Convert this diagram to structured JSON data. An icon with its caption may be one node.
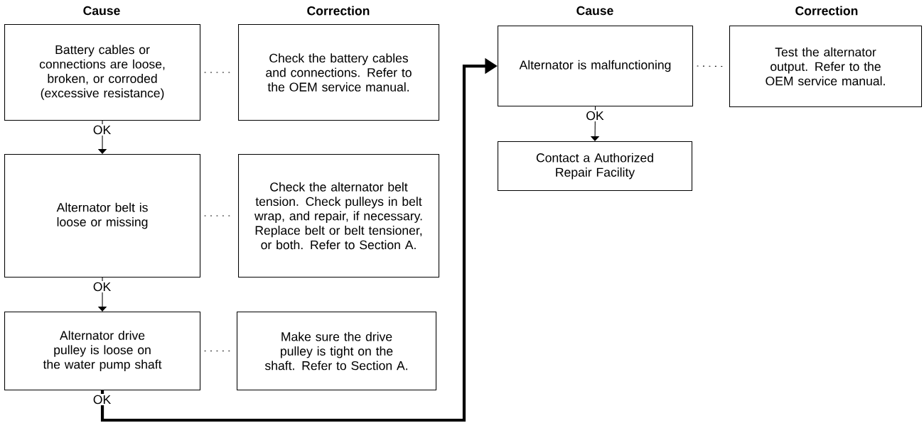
{
  "diagram": {
    "nodes": [
      {
        "text": [
          "Battery cables or connections are loose, broken, or corroded (excessive resistance)"
        ]
      },
      {
        "text": [
          "Check the battery cables and connections. Refer to the OEM service manual."
        ]
      },
      {
        "text": [
          "Alternator belt is loose or missing"
        ]
      },
      {
        "text": [
          "Check the alternator belt tension. Check pulleys in belt wrap, and repair, if necessary. Replace belt or belt tensioner, or both. Refer to Section A."
        ]
      },
      {
        "text": [
          "Alternator drive pulley is loose on the water pump shaft"
        ]
      },
      {
        "text": [
          "Make sure the drive pulley is tight on the shaft. Refer to Section A."
        ]
      },
      {
        "text": [
          "Alternator is malfunctioning"
        ]
      },
      {
        "text": [
          "Test the alternator output. Refer to the OEM service manual."
        ]
      },
      {
        "text": [
          "Contact a Authorized Repair Facility"
        ]
      }
    ],
    "edges": [
      {
        "from": 0,
        "to": 1,
        "arrow": "none",
        "style": "dashed"
      },
      {
        "from": 0,
        "to": 2,
        "arrow": "to",
        "label": "OK"
      },
      {
        "from": 2,
        "to": 3,
        "arrow": "none",
        "style": "dashed"
      },
      {
        "from": 2,
        "to": 4,
        "arrow": "to",
        "label": "OK"
      },
      {
        "from": 4,
        "to": 5,
        "arrow": "none",
        "style": "dashed"
      },
      {
        "from": 4,
        "to": 6,
        "arrow": "to",
        "label": "OK",
        "style": "thick"
      },
      {
        "from": 6,
        "to": 7,
        "arrow": "none",
        "style": "dashed"
      },
      {
        "from": 6,
        "to": 8,
        "arrow": "to",
        "label": "OK"
      }
    ],
    "labels": [
      "Cause",
      "Correction",
      "Cause",
      "Correction"
    ]
  }
}
